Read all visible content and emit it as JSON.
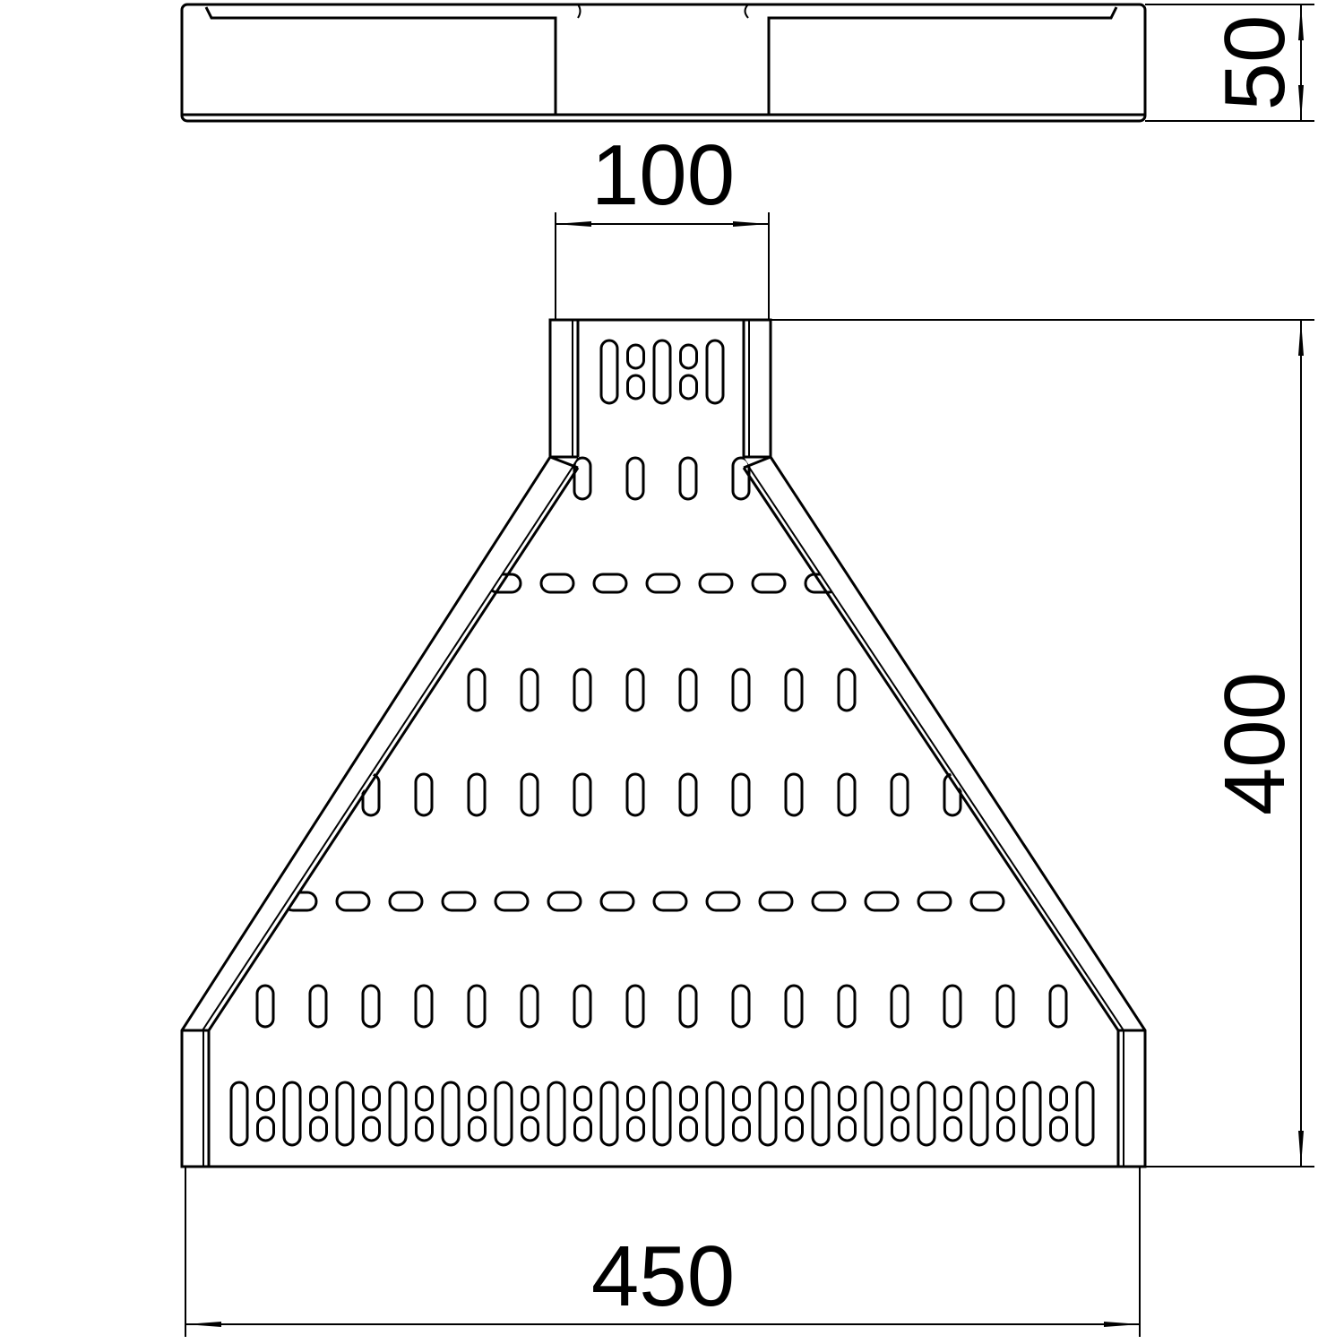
{
  "dimensions": {
    "height_side": "50",
    "narrow_width": "100",
    "length": "400",
    "wide_width": "450"
  },
  "colors": {
    "line": "#000000",
    "background": "#ffffff"
  }
}
